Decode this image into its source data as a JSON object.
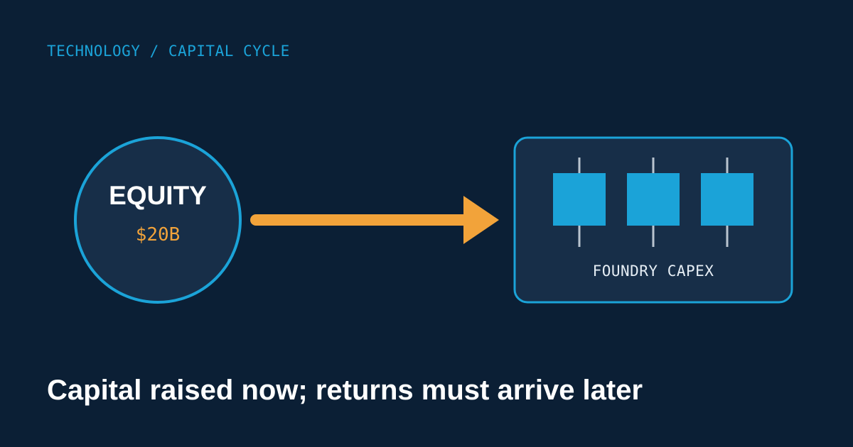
{
  "kicker": "TECHNOLOGY / CAPITAL CYCLE",
  "equity": {
    "label": "EQUITY",
    "amount": "$20B"
  },
  "foundry": {
    "label": "FOUNDRY CAPEX",
    "unit_count": 3
  },
  "headline": "Capital raised now; returns must arrive later",
  "colors": {
    "background": "#0b1f35",
    "panel": "#172e48",
    "accent_blue": "#1ba3d8",
    "accent_orange": "#f2a33a",
    "pin_gray": "#b9c4cf"
  }
}
